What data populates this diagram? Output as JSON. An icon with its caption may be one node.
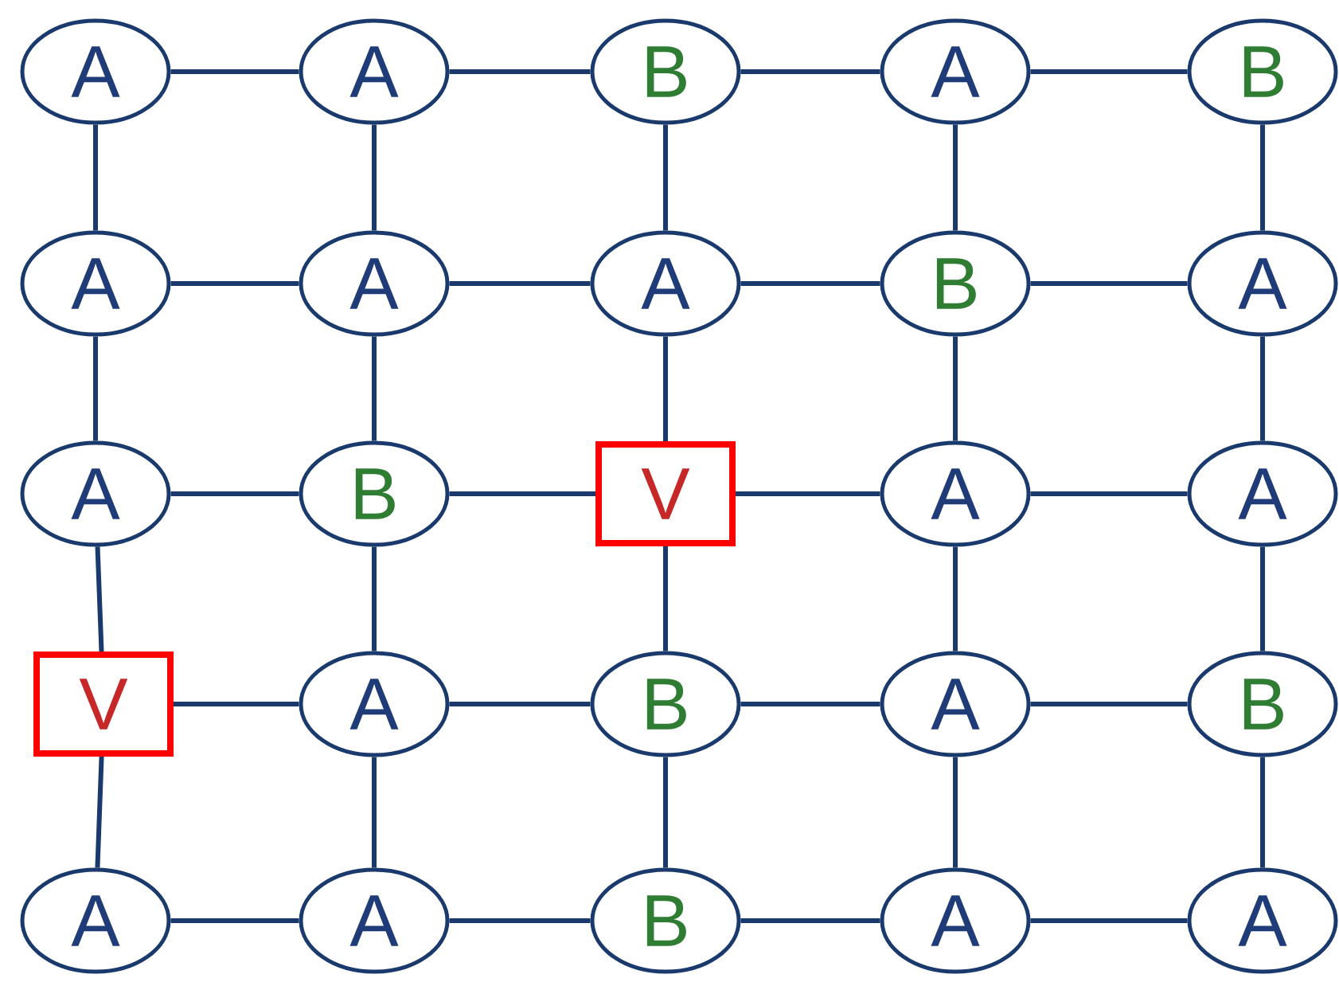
{
  "diagram": {
    "nodes": [
      {
        "text": [
          "A"
        ]
      },
      {
        "text": [
          "A"
        ]
      },
      {
        "text": [
          "B"
        ]
      },
      {
        "text": [
          "A"
        ]
      },
      {
        "text": [
          "B"
        ]
      },
      {
        "text": [
          "A"
        ]
      },
      {
        "text": [
          "A"
        ]
      },
      {
        "text": [
          "A"
        ]
      },
      {
        "text": [
          "B"
        ]
      },
      {
        "text": [
          "A"
        ]
      },
      {
        "text": [
          "A"
        ]
      },
      {
        "text": [
          "B"
        ]
      },
      {
        "text": [
          "V"
        ]
      },
      {
        "text": [
          "A"
        ]
      },
      {
        "text": [
          "A"
        ]
      },
      {
        "text": [
          "V"
        ]
      },
      {
        "text": [
          "A"
        ]
      },
      {
        "text": [
          "B"
        ]
      },
      {
        "text": [
          "A"
        ]
      },
      {
        "text": [
          "B"
        ]
      },
      {
        "text": [
          "A"
        ]
      },
      {
        "text": [
          "A"
        ]
      },
      {
        "text": [
          "B"
        ]
      },
      {
        "text": [
          "A"
        ]
      },
      {
        "text": [
          "A"
        ]
      }
    ],
    "edges": [
      {
        "from": 0,
        "to": 1,
        "arrow": "none"
      },
      {
        "from": 1,
        "to": 2,
        "arrow": "none"
      },
      {
        "from": 2,
        "to": 3,
        "arrow": "none"
      },
      {
        "from": 3,
        "to": 4,
        "arrow": "none"
      },
      {
        "from": 5,
        "to": 6,
        "arrow": "none"
      },
      {
        "from": 6,
        "to": 7,
        "arrow": "none"
      },
      {
        "from": 7,
        "to": 8,
        "arrow": "none"
      },
      {
        "from": 8,
        "to": 9,
        "arrow": "none"
      },
      {
        "from": 10,
        "to": 11,
        "arrow": "none"
      },
      {
        "from": 11,
        "to": 12,
        "arrow": "none"
      },
      {
        "from": 12,
        "to": 13,
        "arrow": "none"
      },
      {
        "from": 13,
        "to": 14,
        "arrow": "none"
      },
      {
        "from": 15,
        "to": 16,
        "arrow": "none"
      },
      {
        "from": 16,
        "to": 17,
        "arrow": "none"
      },
      {
        "from": 17,
        "to": 18,
        "arrow": "none"
      },
      {
        "from": 18,
        "to": 19,
        "arrow": "none"
      },
      {
        "from": 20,
        "to": 21,
        "arrow": "none"
      },
      {
        "from": 21,
        "to": 22,
        "arrow": "none"
      },
      {
        "from": 22,
        "to": 23,
        "arrow": "none"
      },
      {
        "from": 23,
        "to": 24,
        "arrow": "none"
      },
      {
        "from": 0,
        "to": 5,
        "arrow": "none"
      },
      {
        "from": 5,
        "to": 10,
        "arrow": "none"
      },
      {
        "from": 10,
        "to": 15,
        "arrow": "none"
      },
      {
        "from": 15,
        "to": 20,
        "arrow": "none"
      },
      {
        "from": 1,
        "to": 6,
        "arrow": "none"
      },
      {
        "from": 6,
        "to": 11,
        "arrow": "none"
      },
      {
        "from": 11,
        "to": 16,
        "arrow": "none"
      },
      {
        "from": 16,
        "to": 21,
        "arrow": "none"
      },
      {
        "from": 2,
        "to": 7,
        "arrow": "none"
      },
      {
        "from": 7,
        "to": 12,
        "arrow": "none"
      },
      {
        "from": 12,
        "to": 17,
        "arrow": "none"
      },
      {
        "from": 17,
        "to": 22,
        "arrow": "none"
      },
      {
        "from": 3,
        "to": 8,
        "arrow": "none"
      },
      {
        "from": 8,
        "to": 13,
        "arrow": "none"
      },
      {
        "from": 13,
        "to": 18,
        "arrow": "none"
      },
      {
        "from": 18,
        "to": 23,
        "arrow": "none"
      },
      {
        "from": 4,
        "to": 9,
        "arrow": "none"
      },
      {
        "from": 9,
        "to": 14,
        "arrow": "none"
      },
      {
        "from": 14,
        "to": 19,
        "arrow": "none"
      },
      {
        "from": 19,
        "to": 24,
        "arrow": "none"
      }
    ]
  }
}
